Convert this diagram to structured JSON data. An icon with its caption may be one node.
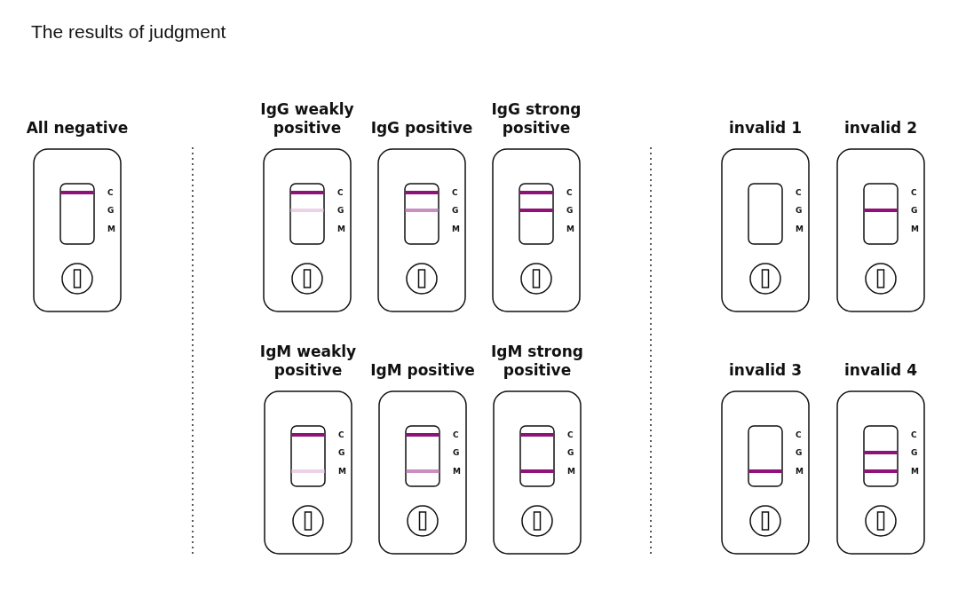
{
  "diagram": {
    "title": "The results of judgment",
    "nodes": [
      {
        "text": [
          "All negative",
          "C",
          "G",
          "M"
        ]
      },
      {
        "text": [
          "IgG weakly positive",
          "C",
          "G",
          "M"
        ]
      },
      {
        "text": [
          "IgG positive",
          "C",
          "G",
          "M"
        ]
      },
      {
        "text": [
          "IgG strong positive",
          "C",
          "G",
          "M"
        ]
      },
      {
        "text": [
          "invalid 1",
          "C",
          "G",
          "M"
        ]
      },
      {
        "text": [
          "invalid 2",
          "C",
          "G",
          "M"
        ]
      },
      {
        "text": [
          "IgM weakly positive",
          "C",
          "G",
          "M"
        ]
      },
      {
        "text": [
          "IgM positive",
          "C",
          "G",
          "M"
        ]
      },
      {
        "text": [
          "IgM strong positive",
          "C",
          "G",
          "M"
        ]
      },
      {
        "text": [
          "invalid 3",
          "C",
          "G",
          "M"
        ]
      },
      {
        "text": [
          "invalid 4",
          "C",
          "G",
          "M"
        ]
      }
    ]
  }
}
